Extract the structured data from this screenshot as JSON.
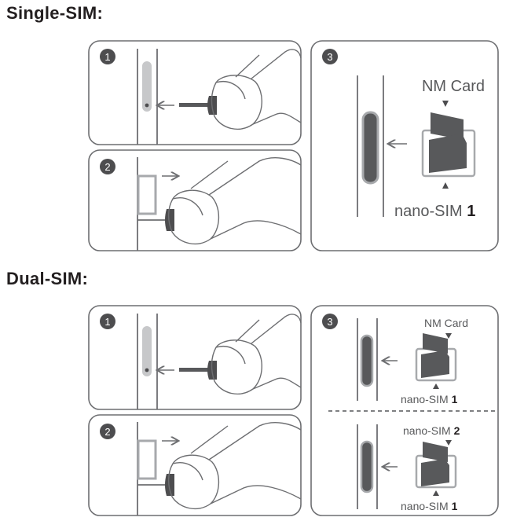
{
  "sections": {
    "single": {
      "title": "Single-SIM:",
      "steps": [
        "1",
        "2",
        "3"
      ],
      "nm_card": "NM Card",
      "nano_sim": "nano-SIM",
      "nano_sim_num": "1"
    },
    "dual": {
      "title": "Dual-SIM:",
      "steps": [
        "1",
        "2",
        "3"
      ],
      "nm_card": "NM Card",
      "nano_sim_top": "nano-SIM",
      "nano_sim_top_num": "1",
      "nano_sim_2": "nano-SIM",
      "nano_sim_2_num": "2",
      "nano_sim_bottom": "nano-SIM",
      "nano_sim_bottom_num": "1"
    }
  },
  "colors": {
    "panel_stroke": "#6d6e71",
    "badge": "#4d4d4f",
    "card": "#58595b",
    "tray_outline": "#a7a9ac"
  }
}
